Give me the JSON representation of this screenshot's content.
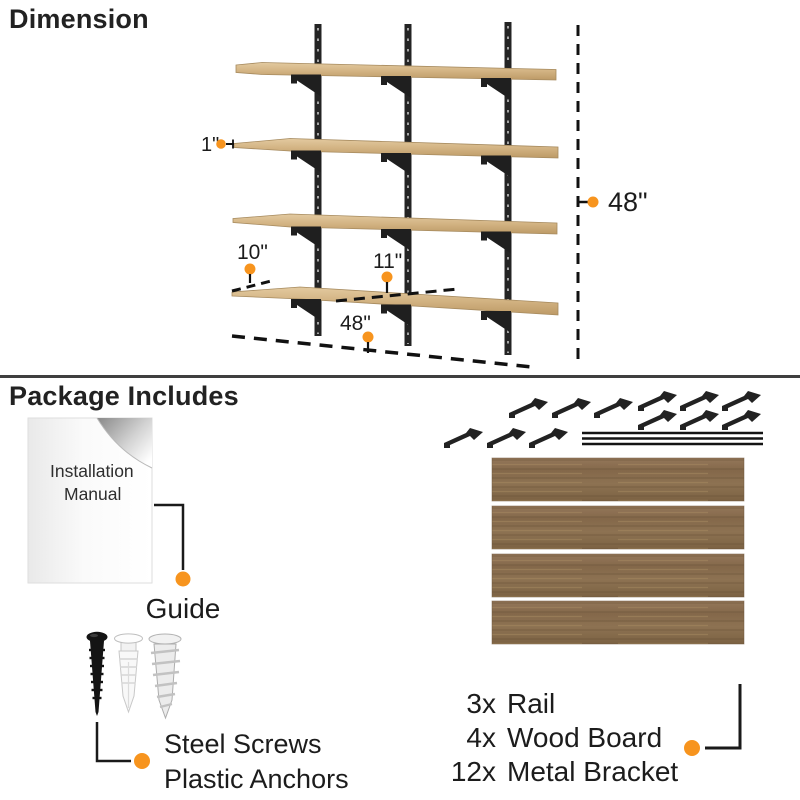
{
  "colors": {
    "accent_orange": "#F7941E",
    "ink": "#1c1c1c",
    "shelf_wood_light": "#DEC397",
    "shelf_wood_dark": "#C09E6B",
    "board_wood": "#87694A",
    "rail_black": "#242424",
    "divider_gray": "#3F3F3F"
  },
  "dimension": {
    "title": "Dimension",
    "labels": {
      "thickness": "1\"",
      "left_depth": "10\"",
      "mid_depth": "11\"",
      "width": "48\"",
      "height": "48\""
    }
  },
  "package": {
    "title": "Package Includes",
    "manual_line1": "Installation",
    "manual_line2": "Manual",
    "guide_label": "Guide",
    "hardware_label1": "Steel Screws",
    "hardware_label2": "Plastic Anchors",
    "contents": [
      {
        "qty": "3x",
        "label": "Rail"
      },
      {
        "qty": "4x",
        "label": "Wood Board"
      },
      {
        "qty": "12x",
        "label": "Metal Bracket"
      }
    ]
  }
}
